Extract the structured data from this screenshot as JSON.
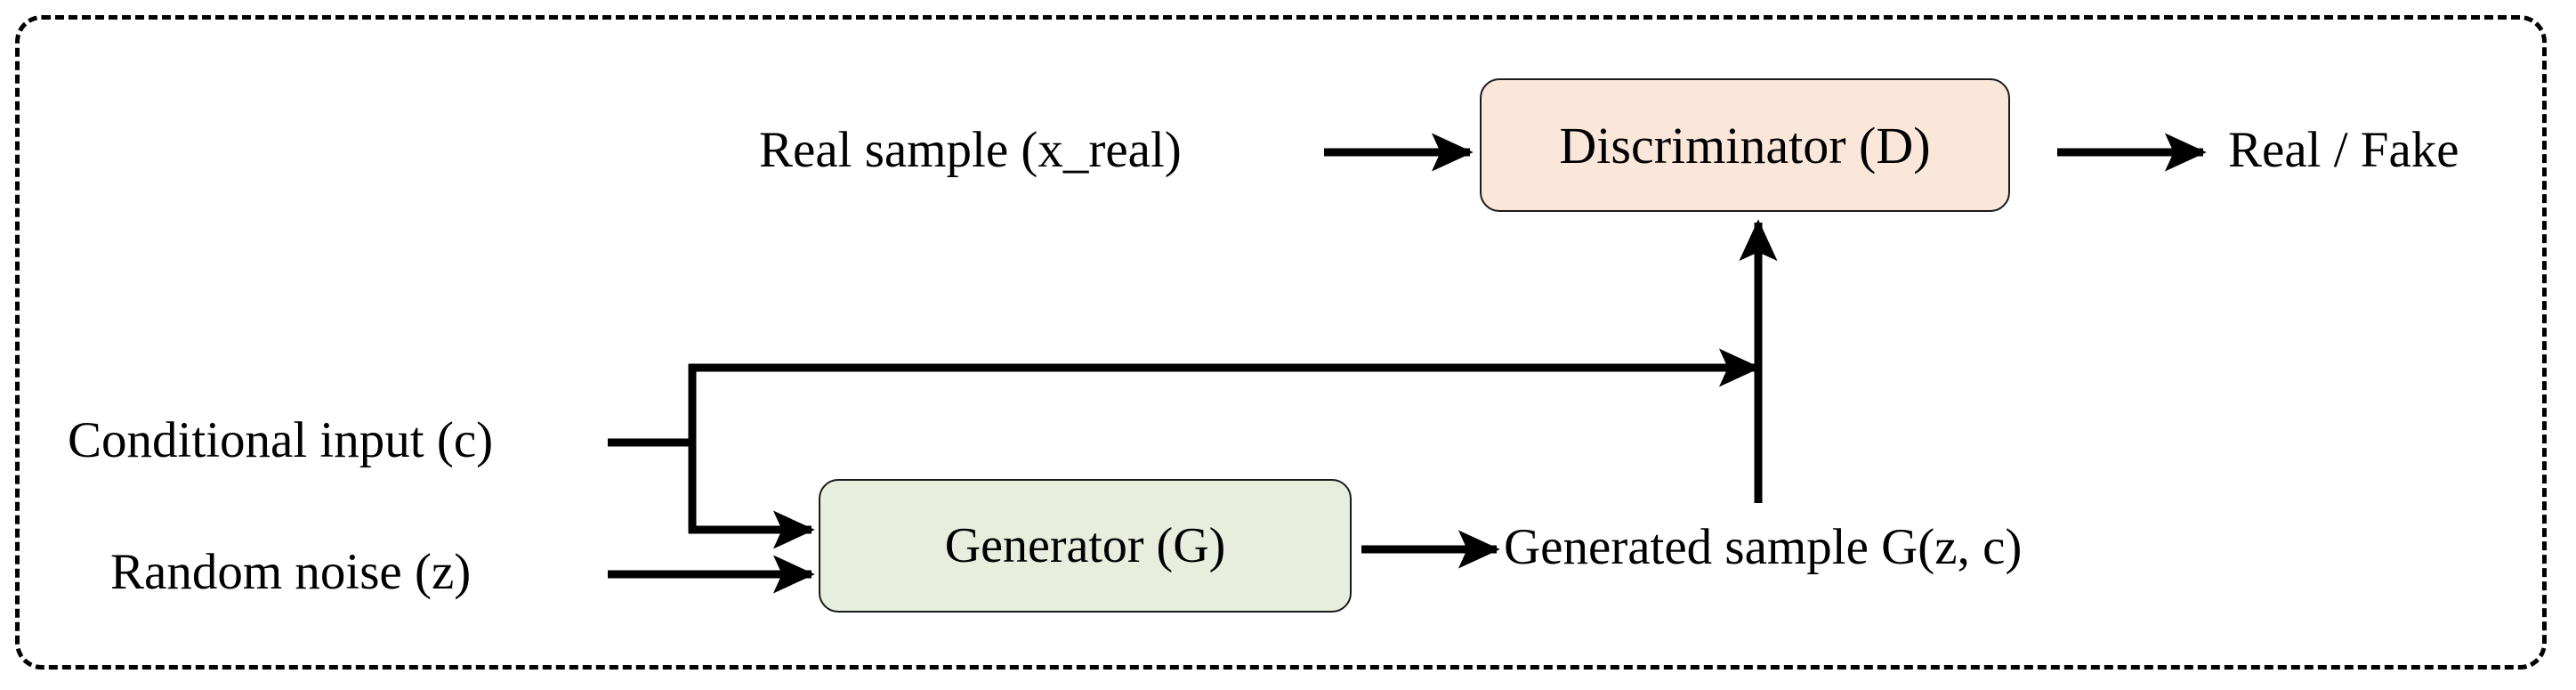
{
  "diagram": {
    "title_present": false,
    "frame": {
      "style": "dashed-rounded-rectangle",
      "color": "#000000"
    },
    "nodes": [
      {
        "id": "discriminator",
        "label": "Discriminator (D)",
        "fill": "#FAE7D9",
        "stroke": "#1a1a1a"
      },
      {
        "id": "generator",
        "label": "Generator (G)",
        "fill": "#E7EEDD",
        "stroke": "#1a1a1a"
      }
    ],
    "labels": {
      "real_sample": "Real sample (x_real)",
      "real_fake": "Real / Fake",
      "conditional_input": "Conditional input (c)",
      "random_noise": "Random noise (z)",
      "generated_sample": "Generated sample G(z, c)"
    },
    "edges": [
      {
        "id": "real-sample-to-discriminator",
        "from": "Real sample (x_real)",
        "to": "Discriminator (D)",
        "arrow": "right"
      },
      {
        "id": "discriminator-to-real-fake",
        "from": "Discriminator (D)",
        "to": "Real / Fake",
        "arrow": "right"
      },
      {
        "id": "conditional-to-discriminator",
        "from": "Conditional input (c)",
        "to": "Discriminator (D)",
        "arrow": "right"
      },
      {
        "id": "conditional-to-generator",
        "from": "Conditional input (c)",
        "to": "Generator (G)",
        "arrow": "right"
      },
      {
        "id": "noise-to-generator",
        "from": "Random noise (z)",
        "to": "Generator (G)",
        "arrow": "right"
      },
      {
        "id": "generator-to-generated-sample",
        "from": "Generator (G)",
        "to": "Generated sample G(z, c)",
        "arrow": "right"
      },
      {
        "id": "generated-sample-to-discriminator",
        "from": "Generated sample G(z, c)",
        "to": "Discriminator (D)",
        "arrow": "up"
      }
    ]
  }
}
